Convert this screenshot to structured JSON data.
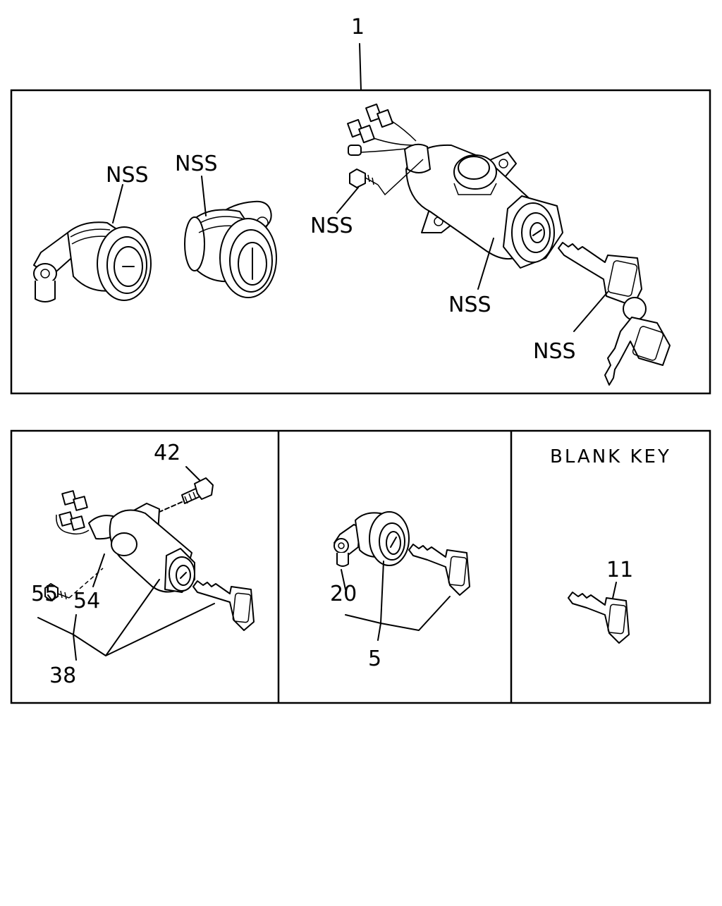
{
  "top_panel": {
    "assembly_callout": "1",
    "labels": {
      "door_lock_left": "NSS",
      "door_lock_right": "NSS",
      "screw": "NSS",
      "ignition_switch": "NSS",
      "keys": "NSS"
    }
  },
  "panel_ignition": {
    "bolt": "42",
    "screw": "55",
    "switch": "54",
    "assembly": "38"
  },
  "panel_door_lock": {
    "lever": "20",
    "assembly": "5"
  },
  "panel_blank_key": {
    "heading": "BLANK KEY",
    "key": "11"
  }
}
